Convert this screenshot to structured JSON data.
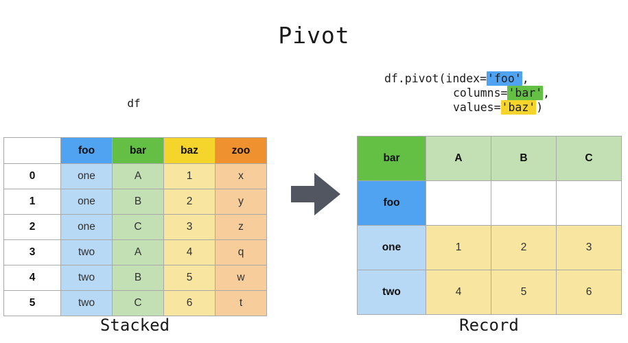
{
  "title": "Pivot",
  "df_caption": "df",
  "code": {
    "line1_prefix": "df.pivot(index=",
    "line1_highlight": "'foo'",
    "line1_suffix": ",",
    "line2_prefix": "columns=",
    "line2_highlight": "'bar'",
    "line2_suffix": ",",
    "line3_prefix": "values=",
    "line3_highlight": "'baz'",
    "line3_suffix": ")"
  },
  "arrow_icon": "arrow-right-icon",
  "stacked_table": {
    "caption": "Stacked",
    "headers": [
      "",
      "foo",
      "bar",
      "baz",
      "zoo"
    ],
    "rows": [
      {
        "index": "0",
        "foo": "one",
        "bar": "A",
        "baz": "1",
        "zoo": "x"
      },
      {
        "index": "1",
        "foo": "one",
        "bar": "B",
        "baz": "2",
        "zoo": "y"
      },
      {
        "index": "2",
        "foo": "one",
        "bar": "C",
        "baz": "3",
        "zoo": "z"
      },
      {
        "index": "3",
        "foo": "two",
        "bar": "A",
        "baz": "4",
        "zoo": "q"
      },
      {
        "index": "4",
        "foo": "two",
        "bar": "B",
        "baz": "5",
        "zoo": "w"
      },
      {
        "index": "5",
        "foo": "two",
        "bar": "C",
        "baz": "6",
        "zoo": "t"
      }
    ]
  },
  "record_table": {
    "caption": "Record",
    "col_axis_label": "bar",
    "col_headers": [
      "A",
      "B",
      "C"
    ],
    "row_axis_label": "foo",
    "spacer_cells": [
      "",
      "",
      ""
    ],
    "rows": [
      {
        "index": "one",
        "values": [
          "1",
          "2",
          "3"
        ]
      },
      {
        "index": "two",
        "values": [
          "4",
          "5",
          "6"
        ]
      }
    ]
  },
  "colors": {
    "blue": "#4fa3f0",
    "green": "#64bf45",
    "yellow": "#f5d42b",
    "orange": "#f0912f",
    "blue_light": "#b8d9f5",
    "green_light": "#c2e0b4",
    "yellow_light": "#f8e5a0",
    "orange_light": "#f8cd9c",
    "arrow": "#515661",
    "border": "#a8a8a8"
  }
}
